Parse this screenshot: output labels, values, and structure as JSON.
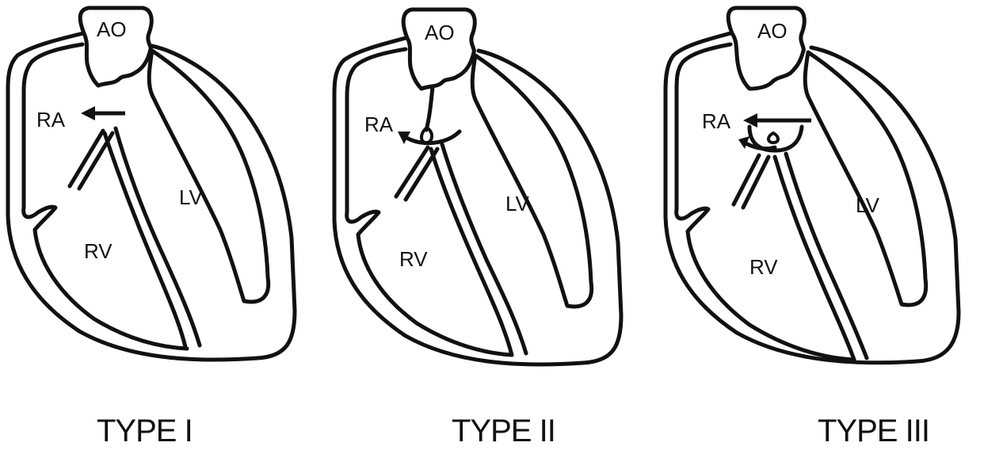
{
  "panels": [
    {
      "labels": {
        "ao": "AO",
        "ra": "RA",
        "lv": "LV",
        "rv": "RV"
      },
      "type_label": "TYPE I"
    },
    {
      "labels": {
        "ao": "AO",
        "ra": "RA",
        "lv": "LV",
        "rv": "RV"
      },
      "type_label": "TYPE II"
    },
    {
      "labels": {
        "ao": "AO",
        "ra": "RA",
        "lv": "LV",
        "rv": "RV"
      },
      "type_label": "TYPE III"
    }
  ],
  "colors": {
    "stroke": "#111111",
    "background": "#ffffff"
  }
}
